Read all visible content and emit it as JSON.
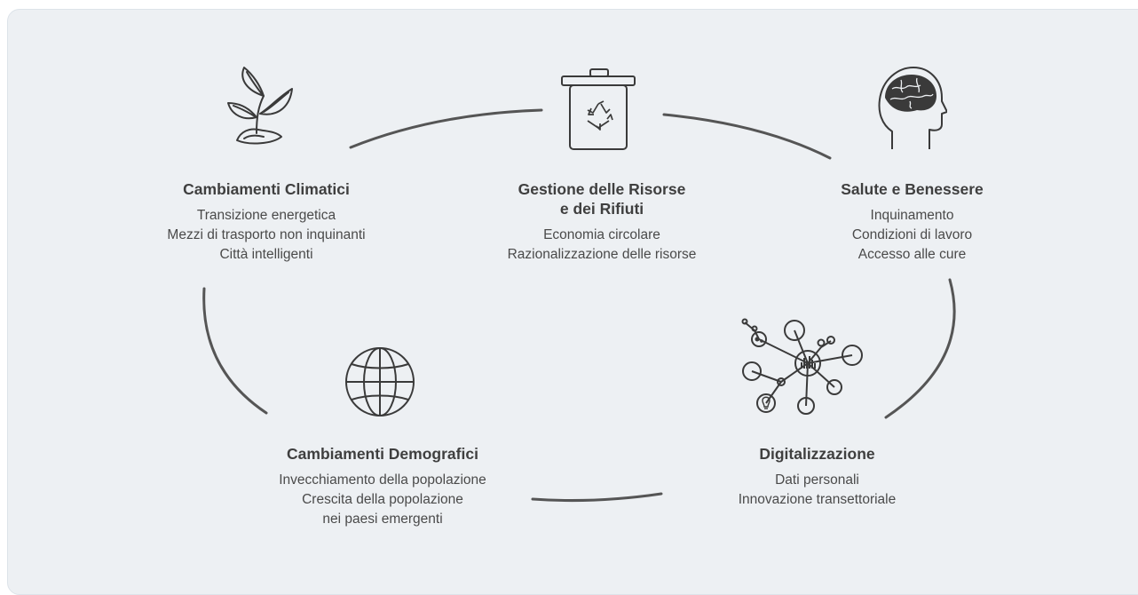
{
  "colors": {
    "background": "#edf0f3",
    "ink": "#3a3a3a"
  },
  "nodes": {
    "climate": {
      "icon": "sprout-icon",
      "title": "Cambiamenti Climatici",
      "items": [
        "Transizione energetica",
        "Mezzi di trasporto non inquinanti",
        "Città intelligenti"
      ]
    },
    "resources": {
      "icon": "recycle-bin-icon",
      "title_line1": "Gestione delle Risorse",
      "title_line2": "e dei Rifiuti",
      "items": [
        "Economia circolare",
        "Razionalizzazione delle risorse"
      ]
    },
    "health": {
      "icon": "brain-head-icon",
      "title": "Salute e Benessere",
      "items": [
        "Inquinamento",
        "Condizioni di lavoro",
        "Accesso alle cure"
      ]
    },
    "digital": {
      "icon": "data-network-icon",
      "title": "Digitalizzazione",
      "items": [
        "Dati personali",
        "Innovazione transettoriale"
      ]
    },
    "demographic": {
      "icon": "globe-icon",
      "title": "Cambiamenti Demografici",
      "items": [
        "Invecchiamento della popolazione",
        "Crescita della popolazione",
        "nei paesi emergenti"
      ]
    }
  }
}
